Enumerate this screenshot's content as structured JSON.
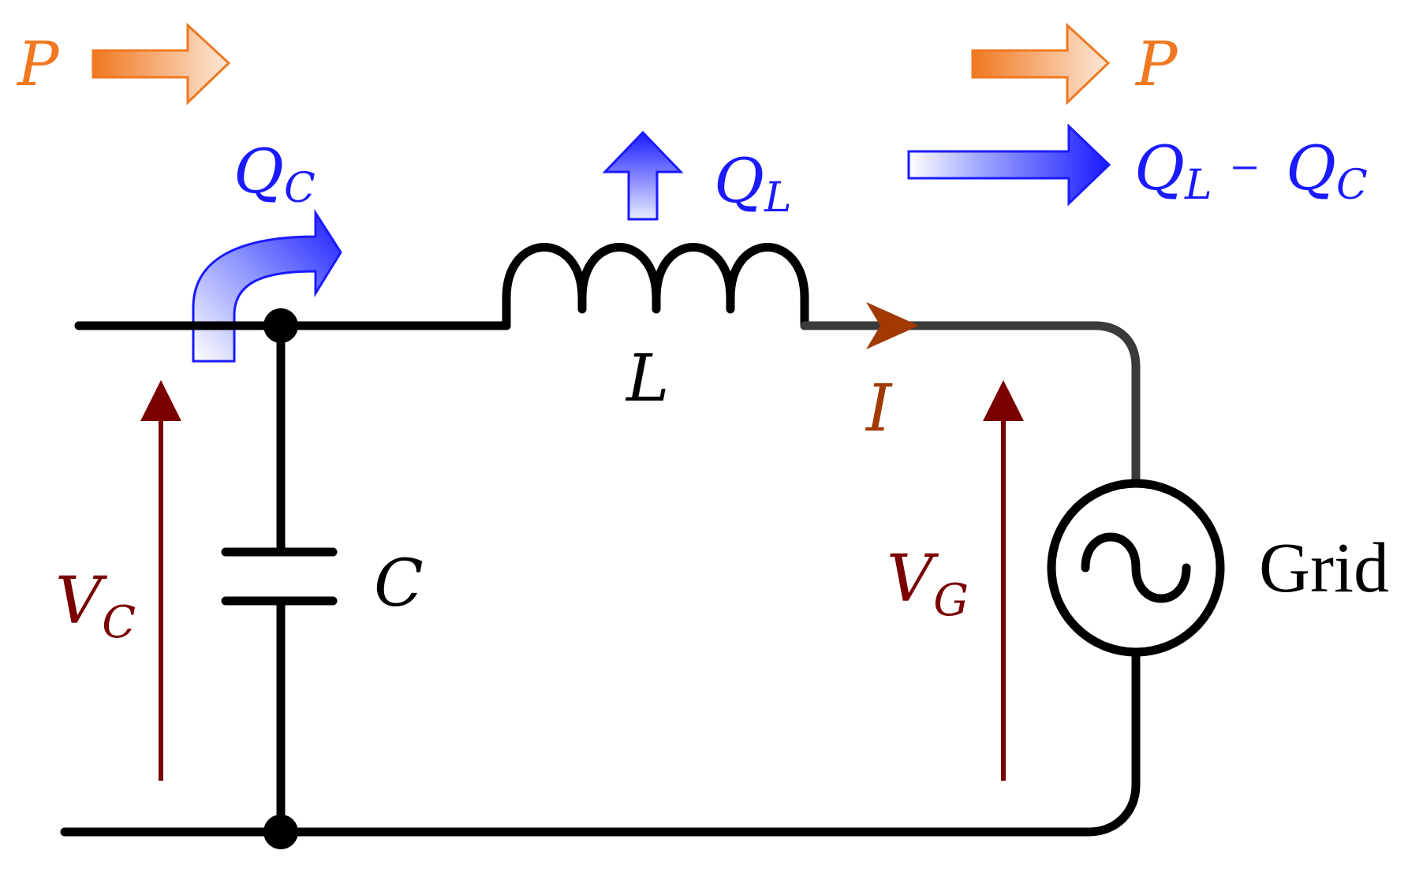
{
  "colors": {
    "wire": "#000000",
    "wire_grey": "#3a3a3a",
    "active_power": "#f07820",
    "reactive_power": "#1a1aff",
    "voltage": "#7a0000",
    "current": "#a03a00"
  },
  "labels": {
    "p_in": "P",
    "p_out": "P",
    "qc_main": "Q",
    "qc_sub": "C",
    "ql_main": "Q",
    "ql_sub": "L",
    "qdiff_a_main": "Q",
    "qdiff_a_sub": "L",
    "qdiff_minus": "−",
    "qdiff_b_main": "Q",
    "qdiff_b_sub": "C",
    "inductor": "L",
    "capacitor": "C",
    "current": "I",
    "vc_main": "V",
    "vc_sub": "C",
    "vg_main": "V",
    "vg_sub": "G",
    "grid": "Grid"
  },
  "icons": {
    "source": "ac-source-icon",
    "arrow": "arrow-icon"
  }
}
